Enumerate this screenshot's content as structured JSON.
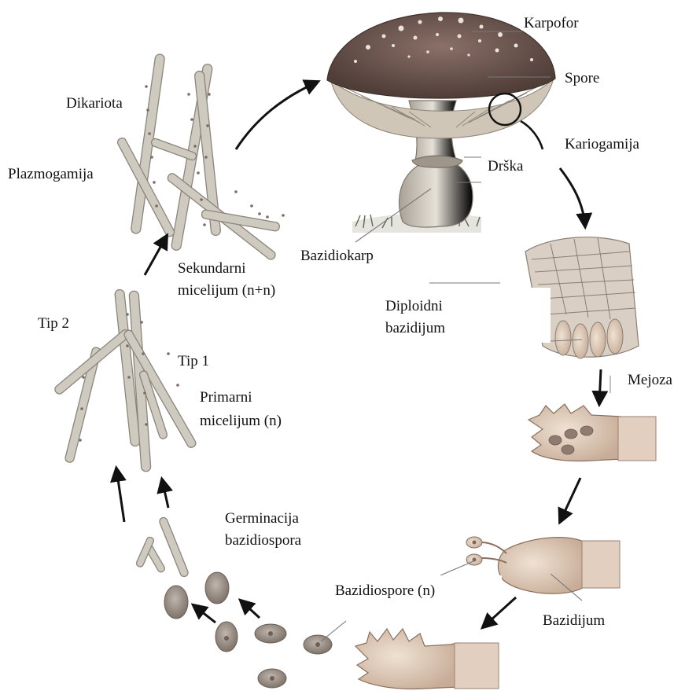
{
  "labels": {
    "karpofor": "Karpofor",
    "spore": "Spore",
    "kariogamija": "Kariogamija",
    "drska": "Drška",
    "dikariota": "Dikariota",
    "plazmogamija": "Plazmogamija",
    "bazidiokarp": "Bazidiokarp",
    "sekundarni_line1": "Sekundarni",
    "sekundarni_line2": "micelijum (n+n)",
    "tip2": "Tip 2",
    "tip1": "Tip 1",
    "diploidni_line1": "Diploidni",
    "diploidni_line2": "bazidijum",
    "mejoza": "Mejoza",
    "primarni_line1": "Primarni",
    "primarni_line2": "micelijum (n)",
    "germinacija_line1": "Germinacija",
    "germinacija_line2": "bazidiospora",
    "bazidiospore": "Bazidiospore (n)",
    "bazidijum": "Bazidijum"
  },
  "colors": {
    "cap": "#6e5750",
    "cap_spots": "#e8e2da",
    "gills": "#cfc6b8",
    "stalk": "#d8d2c8",
    "hyphae": "#c9c4ba",
    "nucleus": "#8a6e6a",
    "spore": "#9a8f86",
    "basidium": "#d9c6b5",
    "arrow": "#111111"
  }
}
